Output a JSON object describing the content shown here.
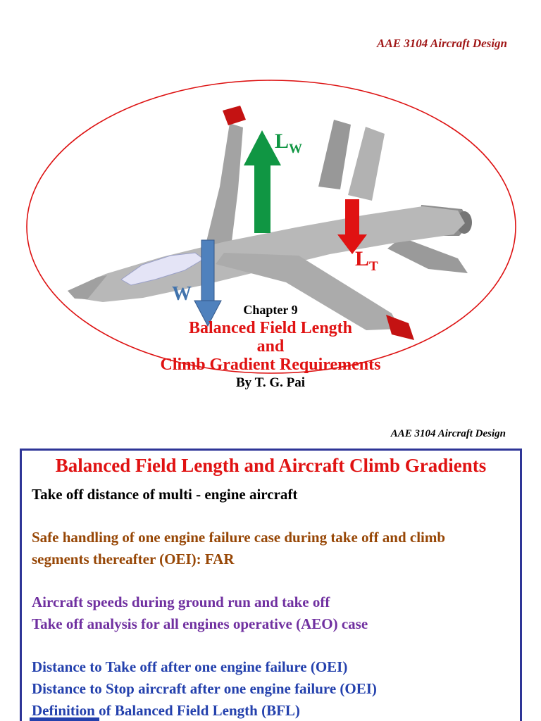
{
  "slide1": {
    "header": {
      "text": "AAE 3104 Aircraft Design",
      "color": "#a01616"
    },
    "figure": {
      "ellipse_stroke": "#dd1111",
      "jet_body_color": "#b8b8b8",
      "jet_shade_color": "#8d8d8d",
      "canopy_color": "#e4e4f6",
      "wingtip_rail_color": "#c41212",
      "arrows": {
        "wing_lift": {
          "letter": "L",
          "sub": "W",
          "color": "#109643"
        },
        "tail_lift": {
          "letter": "L",
          "sub": "T",
          "color": "#e01212"
        },
        "weight": {
          "letter": "W",
          "sub": "",
          "color": "#4173ad"
        }
      }
    },
    "chapter_label": "Chapter 9",
    "title": {
      "color": "#e01212",
      "lines": [
        "Balanced Field Length",
        "and",
        "Climb Gradient Requirements"
      ]
    },
    "author": "By T. G. Pai"
  },
  "slide2": {
    "header": {
      "text": "AAE 3104 Aircraft Design",
      "color": "#000000"
    },
    "panel": {
      "border_color": "#2e3597",
      "title": {
        "text": "Balanced Field Length and Aircraft Climb Gradients",
        "color": "#e01212"
      },
      "paragraphs": [
        {
          "text": "Take off distance of multi - engine aircraft",
          "color": "#000000"
        },
        {
          "text": "Safe handling of one engine failure case during take off and climb segments thereafter (OEI): FAR",
          "color": "#974706"
        },
        {
          "text": "Aircraft speeds during ground run and take off",
          "color": "#7030a0"
        },
        {
          "text": "Take off analysis for all engines operative (AEO) case",
          "color": "#7030a0"
        },
        {
          "text": "Distance to Take off after one engine failure (OEI)",
          "color": "#2441ad"
        },
        {
          "text": "Distance to Stop aircraft after one engine failure (OEI)",
          "color": "#2441ad"
        },
        {
          "text": "Definition of Balanced Field Length (BFL)",
          "color": "#2441ad"
        }
      ]
    }
  }
}
